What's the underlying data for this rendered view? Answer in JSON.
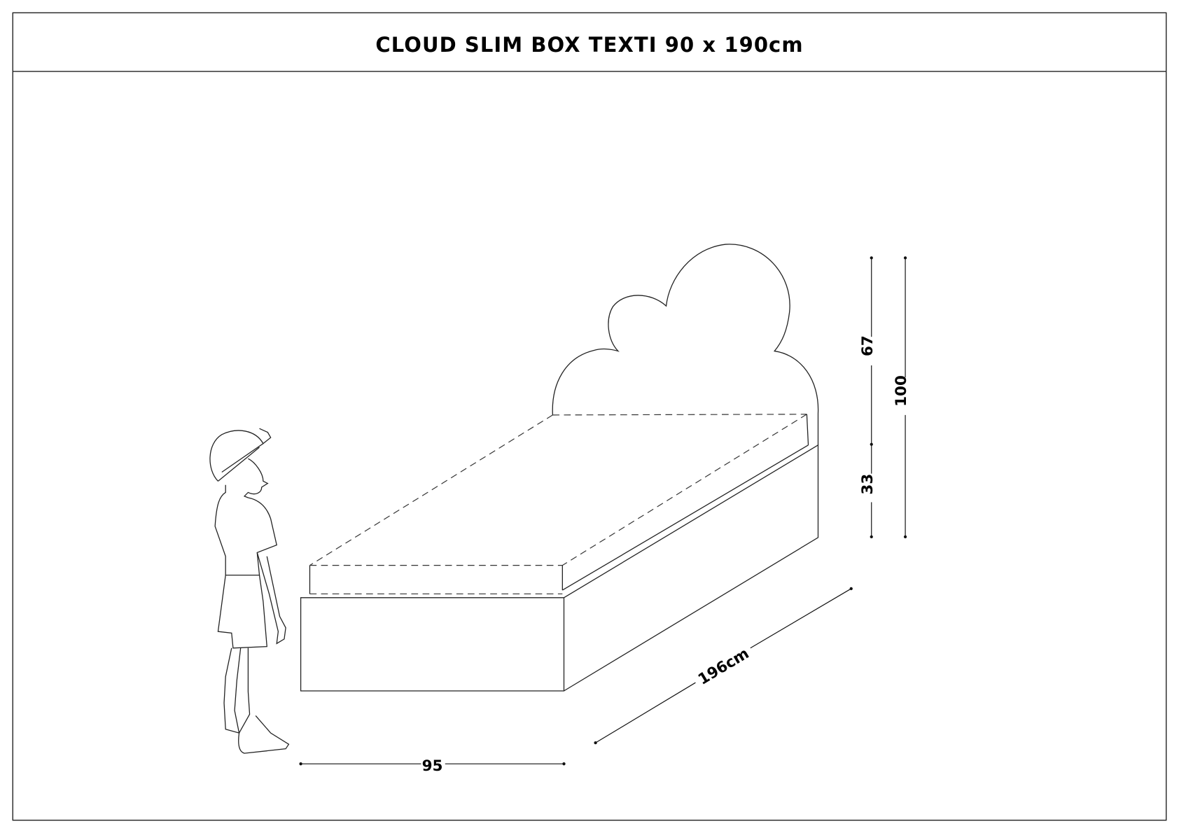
{
  "title": "CLOUD SLIM BOX TEXTI 90 x 190cm",
  "dimensions": {
    "width": "95",
    "length": "196cm",
    "headboard_height": "67",
    "base_height": "33",
    "total_height": "100"
  }
}
